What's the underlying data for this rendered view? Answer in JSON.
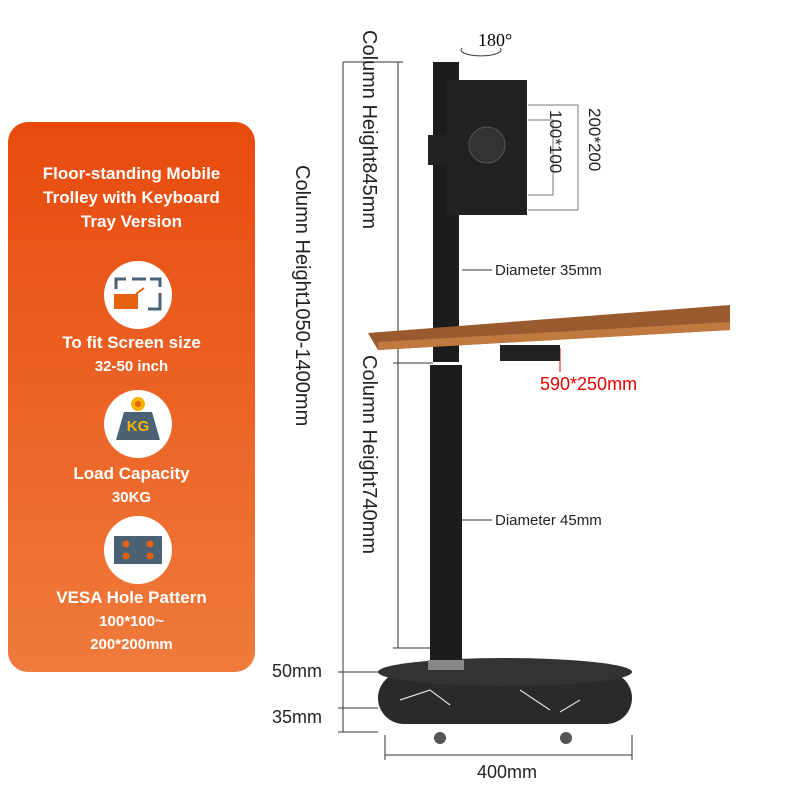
{
  "panel": {
    "title_lines": [
      "Floor-standing Mobile",
      "Trolley with Keyboard",
      "Tray Version"
    ],
    "features": [
      {
        "icon": "screen-size-icon",
        "title": "To fit Screen size",
        "lines": [
          "32-50 inch"
        ]
      },
      {
        "icon": "kg-weight-icon",
        "icon_text": "KG",
        "title": "Load Capacity",
        "lines": [
          "30KG"
        ]
      },
      {
        "icon": "vesa-holes-icon",
        "title": "VESA Hole Pattern",
        "lines": [
          "100*100~",
          "200*200mm"
        ]
      }
    ]
  },
  "dimensions": {
    "rotation": "180°",
    "total_height": "Column Height1050-1400mm",
    "upper_height": "Column Height845mm",
    "lower_height": "Column Height740mm",
    "vesa_small": "100*100",
    "vesa_large": "200*200",
    "upper_diameter": "Diameter 35mm",
    "tray_size": "590*250mm",
    "lower_diameter": "Diameter 45mm",
    "base_top": "50mm",
    "base_bottom": "35mm",
    "base_width": "400mm"
  },
  "colors": {
    "accent": "#e84a0e",
    "tray_label": "#e60000",
    "icon_dark": "#4a6274"
  }
}
